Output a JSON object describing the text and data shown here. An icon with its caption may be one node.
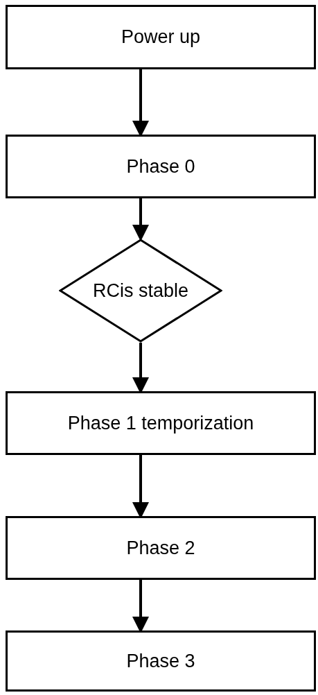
{
  "diagram": {
    "nodes": [
      {
        "text": [
          "Power up"
        ]
      },
      {
        "text": [
          "Phase 0"
        ]
      },
      {
        "text": [
          "RCis stable"
        ]
      },
      {
        "text": [
          "Phase 1 temporization"
        ]
      },
      {
        "text": [
          "Phase 2"
        ]
      },
      {
        "text": [
          "Phase 3"
        ]
      }
    ],
    "edges": [
      {
        "from": 0,
        "to": 1,
        "arrow": "to"
      },
      {
        "from": 1,
        "to": 2,
        "arrow": "to"
      },
      {
        "from": 2,
        "to": 3,
        "arrow": "to"
      },
      {
        "from": 3,
        "to": 4,
        "arrow": "to"
      },
      {
        "from": 4,
        "to": 5,
        "arrow": "to"
      }
    ]
  }
}
